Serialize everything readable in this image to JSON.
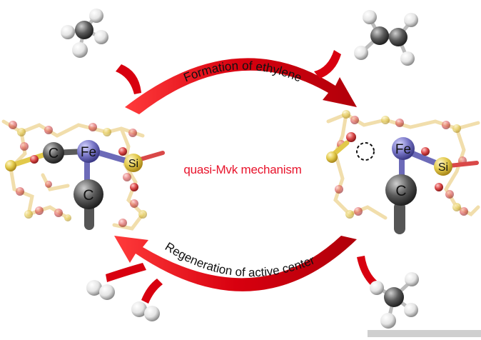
{
  "arrows": {
    "top_label": "Formation of ethylene",
    "bottom_label": "Regeneration of active center"
  },
  "center_label": "quasi-Mvk mechanism",
  "left_site": {
    "atoms": {
      "c_left": "C",
      "fe": "Fe",
      "si": "Si",
      "c_bottom": "C"
    }
  },
  "right_site": {
    "atoms": {
      "fe": "Fe",
      "si": "Si",
      "c": "C"
    }
  },
  "colors": {
    "arrow": "#d8000f",
    "label": "#e8132b",
    "iron": "#7a78c8",
    "carbon": "#555555",
    "silicon": "#e2c94a",
    "oxygen": "#d94848"
  }
}
